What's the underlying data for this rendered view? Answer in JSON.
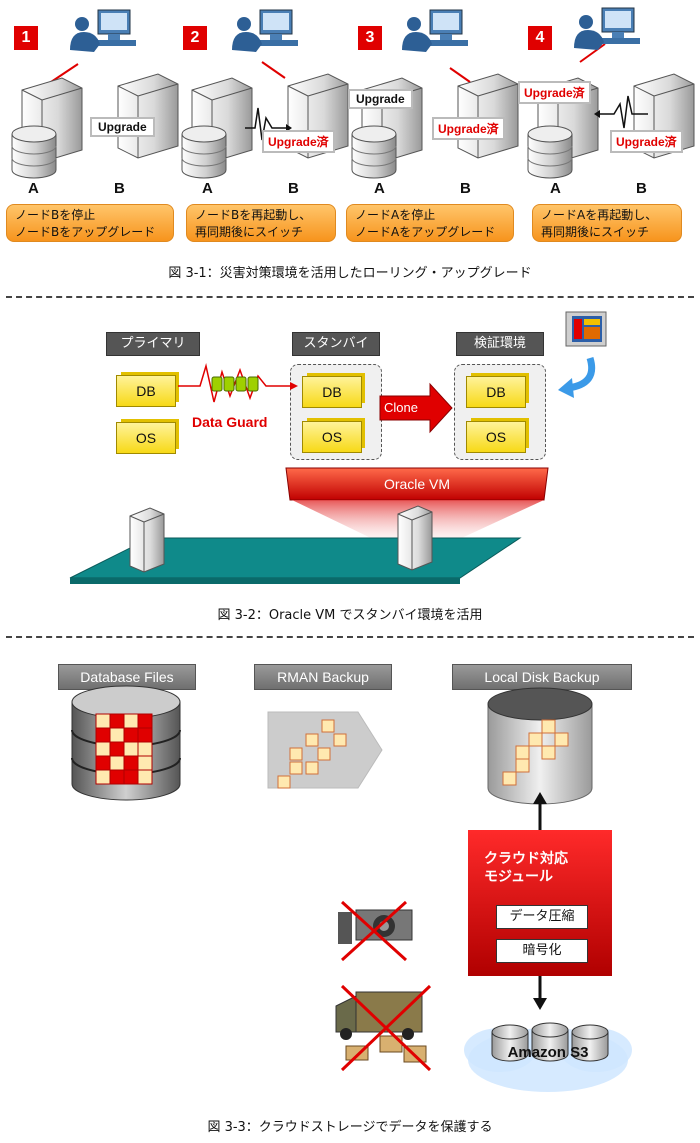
{
  "fig1": {
    "steps": [
      "1",
      "2",
      "3",
      "4"
    ],
    "node_a": "A",
    "node_b": "B",
    "upgrade": "Upgrade",
    "upgraded": "Upgrade済",
    "notes": [
      [
        "ノードBを停止",
        "ノードBをアップグレード"
      ],
      [
        "ノードBを再起動し、",
        "再同期後にスイッチ"
      ],
      [
        "ノードAを停止",
        "ノードAをアップグレード"
      ],
      [
        "ノードAを再起動し、",
        "再同期後にスイッチ"
      ]
    ],
    "caption": "図 3-1：災害対策環境を活用したローリング・アップグレード"
  },
  "fig2": {
    "primary": "プライマリ",
    "standby": "スタンバイ",
    "verify": "検証環境",
    "db": "DB",
    "os": "OS",
    "data_guard": "Data Guard",
    "clone": "Clone",
    "oracle_vm": "Oracle VM",
    "caption": "図 3-2：Oracle VM でスタンバイ環境を活用"
  },
  "fig3": {
    "db_files": "Database Files",
    "rman": "RMAN Backup",
    "local_disk": "Local Disk Backup",
    "cloud_title_1": "クラウド対応",
    "cloud_title_2": "モジュール",
    "compress": "データ圧縮",
    "encrypt": "暗号化",
    "amazon": "Amazon S3",
    "caption": "図 3-3：クラウドストレージでデータを保護する"
  },
  "colors": {
    "accent_red": "#e00000",
    "orange": "#f7941d",
    "grey_header": "#777777",
    "yellow": "#f7d917"
  }
}
